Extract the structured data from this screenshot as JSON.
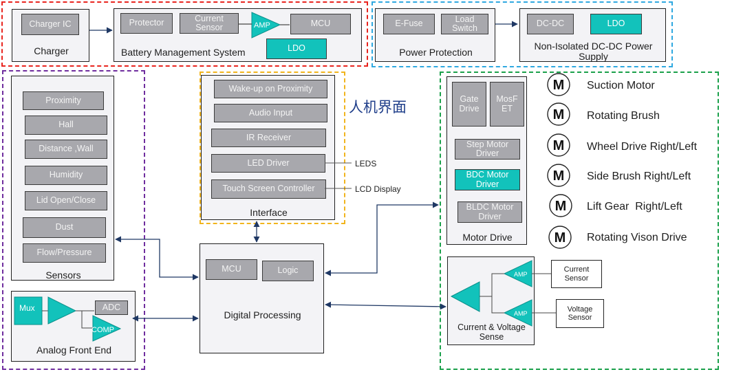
{
  "colors": {
    "charger_border": "#e8231d",
    "power_border": "#2ea8e0",
    "sensors_border": "#6f2d9e",
    "interface_border": "#f1b41c",
    "motor_border": "#1aa04a",
    "block_gray": "#a8a8ad",
    "block_teal": "#12c2bb",
    "panel_bg": "#f3f3f6",
    "arrow": "#1f3864"
  },
  "charger": {
    "block": "Charger IC",
    "label": "Charger"
  },
  "bms": {
    "protector": "Protector",
    "current_sensor": "Current Sensor",
    "amp": "AMP",
    "mcu": "MCU",
    "ldo": "LDO",
    "label": "Battery Management System"
  },
  "power_protection": {
    "efuse": "E-Fuse",
    "load_switch": "Load Switch",
    "label": "Power Protection"
  },
  "dcdc": {
    "dcdc": "DC-DC",
    "ldo": "LDO",
    "label": "Non-Isolated DC-DC Power Supply"
  },
  "sensors": {
    "items": [
      "Proximity",
      "Hall",
      "Distance ,Wall",
      "Humidity",
      "Lid Open/Close",
      "Dust",
      "Flow/Pressure"
    ],
    "label": "Sensors"
  },
  "afe": {
    "mux": "Mux",
    "adc": "ADC",
    "comp": "COMP",
    "label": "Analog Front End"
  },
  "interface": {
    "items": [
      "Wake-up on Proximity",
      "Audio Input",
      "IR Receiver",
      "LED Driver",
      "Touch Screen Controller"
    ],
    "label": "Interface",
    "leds": "LEDS",
    "lcd": "LCD Display",
    "hmi": "人机界面"
  },
  "digital": {
    "mcu": "MCU",
    "logic": "Logic",
    "label": "Digital Processing"
  },
  "motor_drive": {
    "gate": "Gate Drive",
    "mosfet": "MosF ET",
    "step": "Step Motor Driver",
    "bdc": "BDC Motor Driver",
    "bldc": "BLDC Motor Driver",
    "label": "Motor Drive"
  },
  "motors": {
    "symbol": "M",
    "names": [
      "Suction Motor",
      "Rotating Brush",
      "Wheel Drive Right/Left",
      "Side Brush Right/Left",
      "Lift Gear  Right/Left",
      "Rotating Vison Drive"
    ]
  },
  "cv_sense": {
    "label": "Current & Voltage Sense",
    "amp": "AMP",
    "current_sensor": "Current Sensor",
    "voltage_sensor": "Voltage Sensor"
  }
}
